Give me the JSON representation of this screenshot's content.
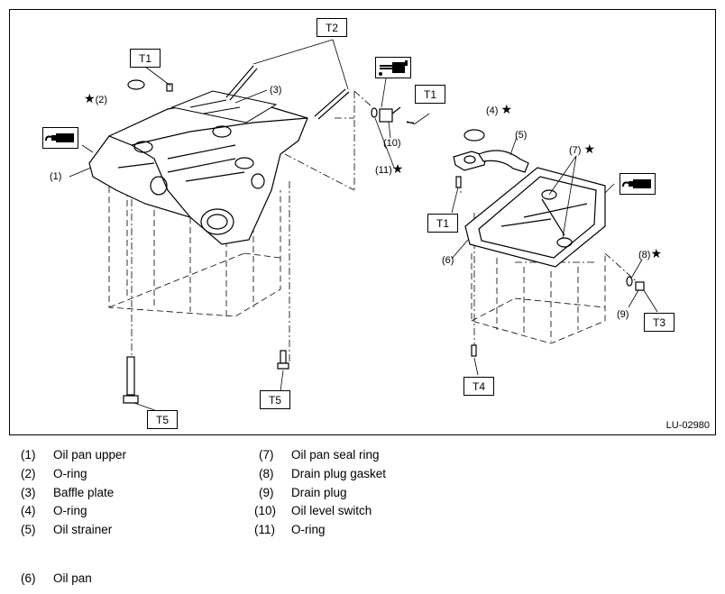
{
  "figure_id": "LU-02980",
  "torque_tags": [
    "T1",
    "T2",
    "T3",
    "T4",
    "T5"
  ],
  "callouts": {
    "c1": "(1)",
    "c2": "(2)",
    "c3": "(3)",
    "c4": "(4)",
    "c5": "(5)",
    "c6": "(6)",
    "c7": "(7)",
    "c8": "(8)",
    "c9": "(9)",
    "c10": "(10)",
    "c11": "(11)"
  },
  "star_symbol": "★",
  "icons": [
    "sealant-tube-icon",
    "sealant-tube-icon",
    "oil-can-icon"
  ],
  "legend": {
    "left": [
      {
        "num": "(1)",
        "label": "Oil pan upper"
      },
      {
        "num": "(2)",
        "label": "O-ring"
      },
      {
        "num": "(3)",
        "label": "Baffle plate"
      },
      {
        "num": "(4)",
        "label": "O-ring"
      },
      {
        "num": "(5)",
        "label": "Oil strainer"
      },
      {
        "num": "(6)",
        "label": "Oil pan"
      }
    ],
    "right": [
      {
        "num": "(7)",
        "label": "Oil pan seal ring"
      },
      {
        "num": "(8)",
        "label": "Drain plug gasket"
      },
      {
        "num": "(9)",
        "label": "Drain plug"
      },
      {
        "num": "(10)",
        "label": "Oil level switch"
      },
      {
        "num": "(11)",
        "label": "O-ring"
      }
    ]
  }
}
